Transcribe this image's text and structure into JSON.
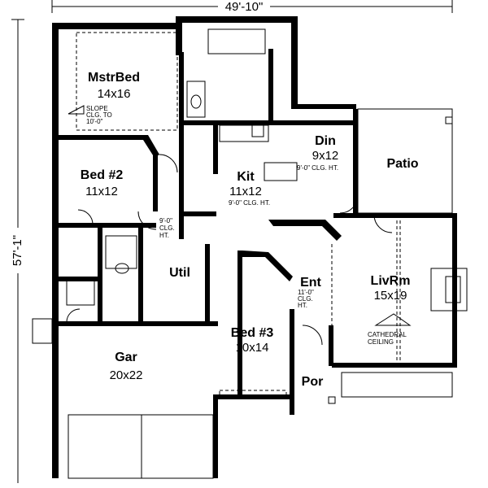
{
  "dimensions": {
    "width": "49'-10\"",
    "depth": "57'-1\""
  },
  "rooms": {
    "mstrbed": {
      "name": "MstrBed",
      "size": "14x16",
      "note1": "SLOPE",
      "note2": "CLG. TO",
      "note3": "10'-0\""
    },
    "bed2": {
      "name": "Bed #2",
      "size": "11x12"
    },
    "kit": {
      "name": "Kit",
      "size": "11x12",
      "note": "9'-0\" CLG. HT."
    },
    "din": {
      "name": "Din",
      "size": "9x12",
      "note": "9'-0\" CLG. HT."
    },
    "patio": {
      "name": "Patio"
    },
    "hall": {
      "note1": "9'-0\"",
      "note2": "CLG.",
      "note3": "HT."
    },
    "util": {
      "name": "Util"
    },
    "ent": {
      "name": "Ent",
      "note1": "11'-0\"",
      "note2": "CLG.",
      "note3": "HT."
    },
    "livrm": {
      "name": "LivRm",
      "size": "15x19",
      "note1": "CATHEDRAL",
      "note2": "CEILING"
    },
    "bed3": {
      "name": "Bed #3",
      "size": "10x14"
    },
    "gar": {
      "name": "Gar",
      "size": "20x22"
    },
    "por": {
      "name": "Por"
    }
  }
}
